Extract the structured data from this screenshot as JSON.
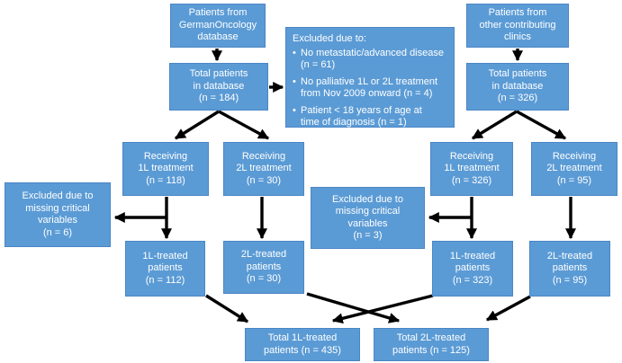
{
  "diagram": {
    "type": "patient-flowchart",
    "colors": {
      "box_fill": "#5b9bd5",
      "box_border": "#4a86c5",
      "box_text": "#ffffff",
      "arrow": "#000000",
      "background": "#ffffff"
    },
    "boxes": {
      "german_source": "Patients from\nGermanOncology\ndatabase",
      "german_total": "Total patients\nin database\n(n = 184)",
      "clinics_source": "Patients from\nother contributing\nclinics",
      "clinics_total": "Total patients\nin database\n(n = 326)",
      "exclusion_main": {
        "title": "Excluded due to:",
        "bullet": "•",
        "items": [
          "No metastatic/advanced disease\n(n = 61)",
          "No palliative 1L or 2L treatment\nfrom Nov 2009 onward (n = 4)",
          "Patient < 18 years of age at\ntime of diagnosis (n = 1)"
        ]
      },
      "receiving_1l_german": "Receiving\n1L treatment\n(n = 118)",
      "receiving_2l_german": "Receiving\n2L treatment\n(n = 30)",
      "excluded_missing_german": "Excluded due to\nmissing critical\nvariables\n(n = 6)",
      "treated_1l_german": "1L-treated\npatients\n(n = 112)",
      "treated_2l_german": "2L-treated\npatients\n(n = 30)",
      "receiving_1l_clinics": "Receiving\n1L treatment\n(n = 326)",
      "receiving_2l_clinics": "Receiving\n2L treatment\n(n = 95)",
      "excluded_missing_clinics": "Excluded due to\nmissing critical\nvariables\n(n = 3)",
      "treated_1l_clinics": "1L-treated\npatients\n(n = 323)",
      "treated_2l_clinics": "2L-treated\npatients\n(n = 95)",
      "total_1l": "Total 1L-treated\npatients (n = 435)",
      "total_2l": "Total 2L-treated\npatients (n = 125)"
    }
  }
}
